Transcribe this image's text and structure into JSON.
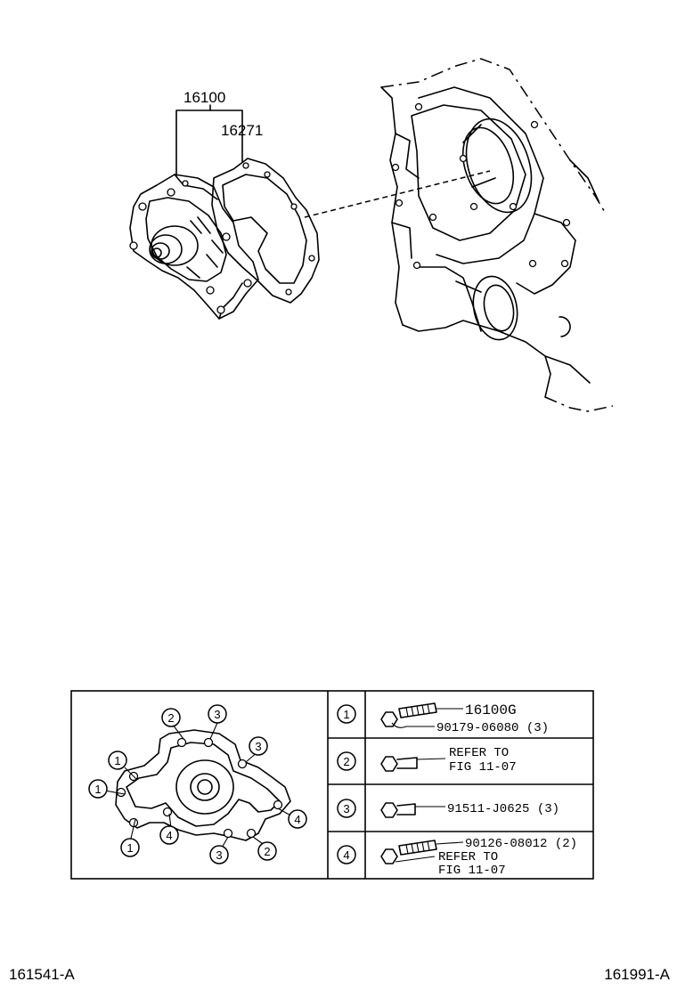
{
  "parts": {
    "water_pump": "16100",
    "gasket": "16271"
  },
  "callout_diagram": {
    "circle_labels": [
      "1",
      "2",
      "3",
      "4"
    ]
  },
  "fastener_table": {
    "rows": [
      {
        "index": "1",
        "lines": [
          "16100G",
          "90179-06080 (3)"
        ]
      },
      {
        "index": "2",
        "lines": [
          "REFER TO",
          "FIG 11-07"
        ]
      },
      {
        "index": "3",
        "lines": [
          "91511-J0625 (3)"
        ]
      },
      {
        "index": "4",
        "lines": [
          "90126-08012 (2)",
          "REFER TO",
          "FIG 11-07"
        ]
      }
    ]
  },
  "footer": {
    "left_code": "161541-A",
    "right_code": "161991-A"
  }
}
